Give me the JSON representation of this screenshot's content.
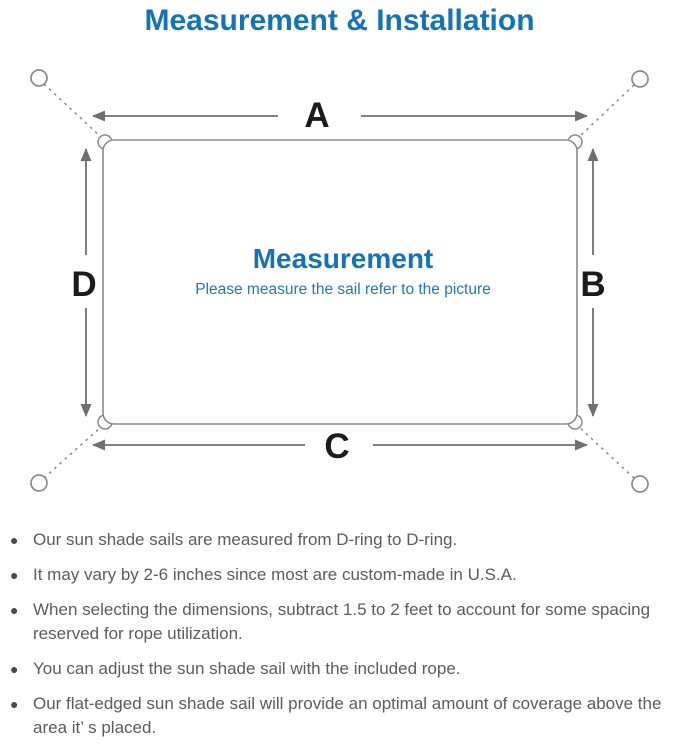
{
  "header": {
    "title": "Measurement & Installation"
  },
  "diagram": {
    "edge_labels": {
      "top": "A",
      "right": "B",
      "bottom": "C",
      "left": "D"
    },
    "center": {
      "title": "Measurement",
      "subtitle": "Please measure the sail refer to the picture"
    }
  },
  "notes": {
    "bullet_glyph": "●",
    "items": [
      "Our sun shade sails are measured from D-ring to D-ring.",
      "It may vary by 2-6 inches since most are custom-made in U.S.A.",
      "When selecting the dimensions, subtract 1.5 to 2 feet to account for some spacing reserved for rope utilization.",
      "You can adjust the sun shade sail with the included rope.",
      "Our flat-edged sun shade sail will provide an optimal amount of coverage above the area it’ s placed."
    ]
  },
  "colors": {
    "accent_blue": "#1373b9",
    "subtitle_blue": "#2277be",
    "outline_gray": "#8b8b8b",
    "arrow_gray": "#6f6f6f",
    "label_black": "#1b1b1b",
    "note_text_gray": "#5c5c5c"
  }
}
